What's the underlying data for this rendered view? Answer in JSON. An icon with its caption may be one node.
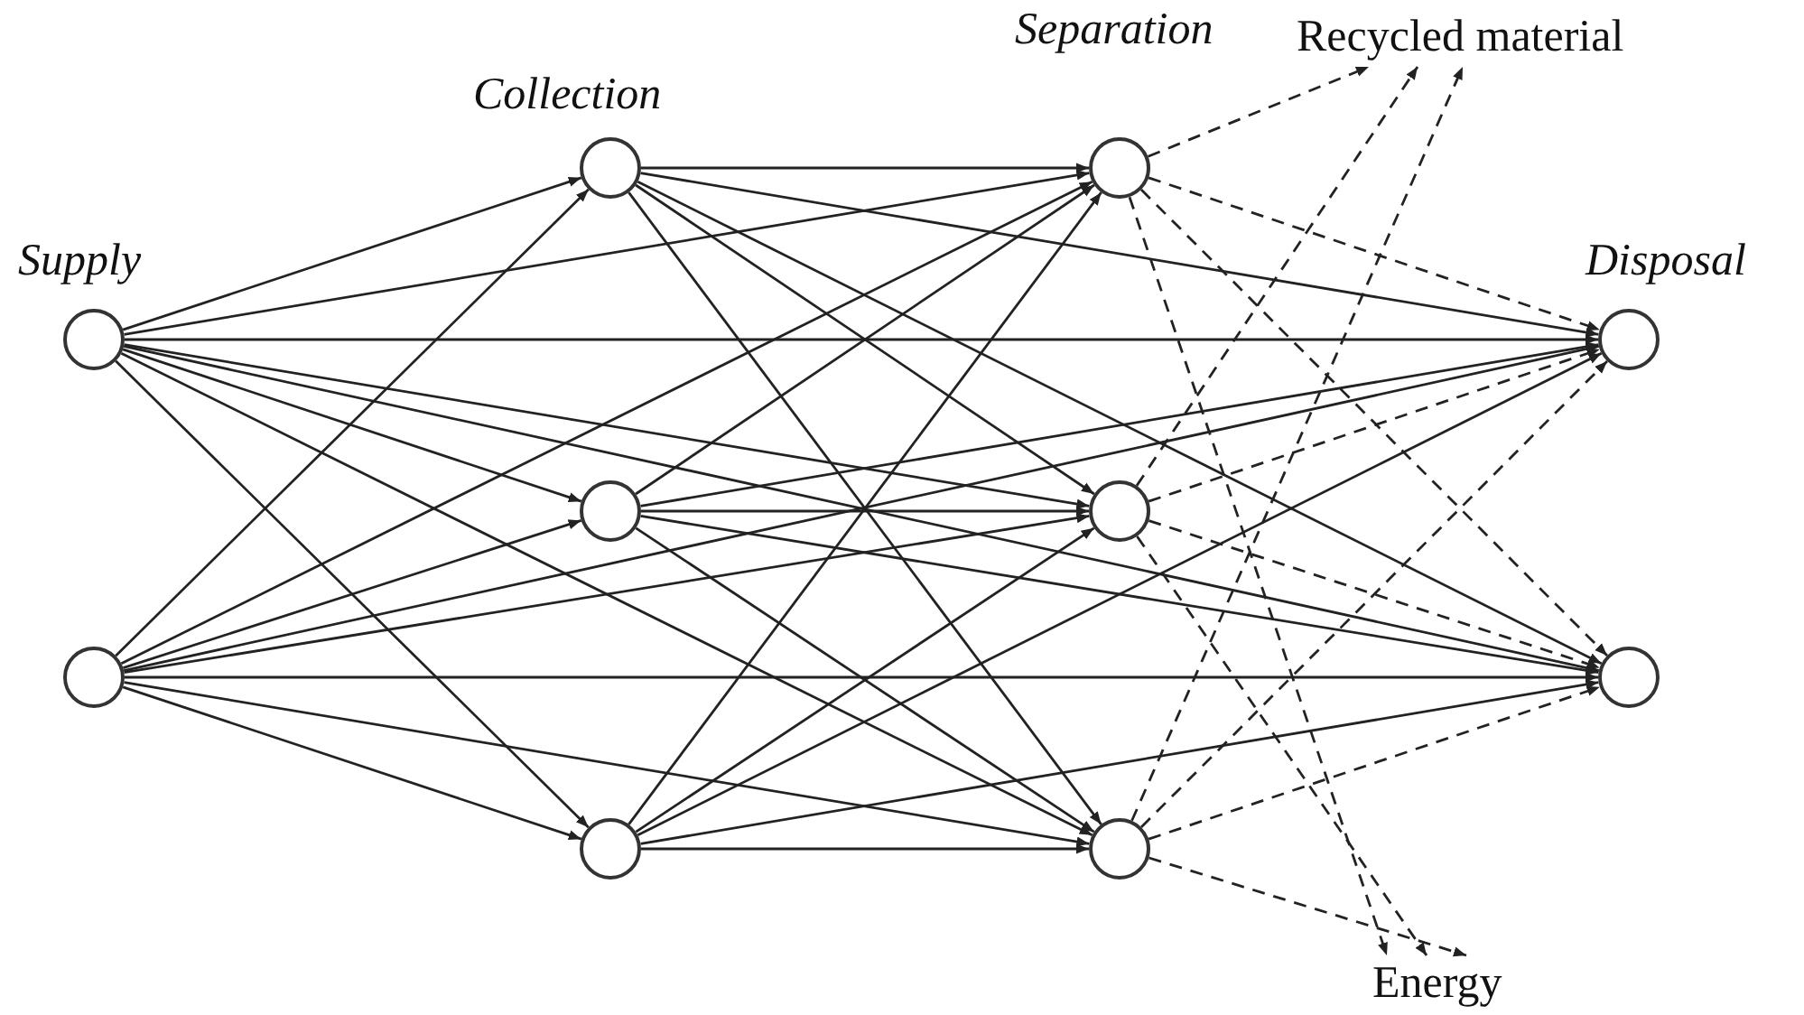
{
  "diagram": {
    "nodes": [
      {
        "text": [],
        "shape": "circle",
        "beside": [
          "Supply"
        ]
      },
      {
        "text": [],
        "shape": "circle"
      },
      {
        "text": [],
        "shape": "circle",
        "beside": [
          "Collection"
        ]
      },
      {
        "text": [],
        "shape": "circle"
      },
      {
        "text": [],
        "shape": "circle"
      },
      {
        "text": [],
        "shape": "circle",
        "beside": [
          "Separation"
        ]
      },
      {
        "text": [],
        "shape": "circle"
      },
      {
        "text": [],
        "shape": "circle"
      },
      {
        "text": [],
        "shape": "circle",
        "beside": [
          "Disposal"
        ]
      },
      {
        "text": [],
        "shape": "circle"
      },
      {
        "text": [
          "Recycled material"
        ]
      },
      {
        "text": [
          "Energy"
        ]
      }
    ],
    "edges": [
      {
        "from": 0,
        "to": 2,
        "arrow": "to"
      },
      {
        "from": 0,
        "to": 3,
        "arrow": "to"
      },
      {
        "from": 0,
        "to": 4,
        "arrow": "to"
      },
      {
        "from": 1,
        "to": 2,
        "arrow": "to"
      },
      {
        "from": 1,
        "to": 3,
        "arrow": "to"
      },
      {
        "from": 1,
        "to": 4,
        "arrow": "to"
      },
      {
        "from": 0,
        "to": 5,
        "arrow": "to"
      },
      {
        "from": 0,
        "to": 6,
        "arrow": "to"
      },
      {
        "from": 0,
        "to": 7,
        "arrow": "to"
      },
      {
        "from": 1,
        "to": 5,
        "arrow": "to"
      },
      {
        "from": 1,
        "to": 6,
        "arrow": "to"
      },
      {
        "from": 1,
        "to": 7,
        "arrow": "to"
      },
      {
        "from": 0,
        "to": 8,
        "arrow": "to"
      },
      {
        "from": 0,
        "to": 9,
        "arrow": "to"
      },
      {
        "from": 1,
        "to": 8,
        "arrow": "to"
      },
      {
        "from": 1,
        "to": 9,
        "arrow": "to"
      },
      {
        "from": 2,
        "to": 5,
        "arrow": "to"
      },
      {
        "from": 2,
        "to": 6,
        "arrow": "to"
      },
      {
        "from": 2,
        "to": 7,
        "arrow": "to"
      },
      {
        "from": 3,
        "to": 5,
        "arrow": "to"
      },
      {
        "from": 3,
        "to": 6,
        "arrow": "to"
      },
      {
        "from": 3,
        "to": 7,
        "arrow": "to"
      },
      {
        "from": 4,
        "to": 5,
        "arrow": "to"
      },
      {
        "from": 4,
        "to": 6,
        "arrow": "to"
      },
      {
        "from": 4,
        "to": 7,
        "arrow": "to"
      },
      {
        "from": 2,
        "to": 8,
        "arrow": "to"
      },
      {
        "from": 2,
        "to": 9,
        "arrow": "to"
      },
      {
        "from": 3,
        "to": 8,
        "arrow": "to"
      },
      {
        "from": 3,
        "to": 9,
        "arrow": "to"
      },
      {
        "from": 4,
        "to": 8,
        "arrow": "to"
      },
      {
        "from": 4,
        "to": 9,
        "arrow": "to"
      },
      {
        "from": 5,
        "to": 8,
        "arrow": "to",
        "style": "dashed"
      },
      {
        "from": 5,
        "to": 9,
        "arrow": "to",
        "style": "dashed"
      },
      {
        "from": 6,
        "to": 8,
        "arrow": "to",
        "style": "dashed"
      },
      {
        "from": 6,
        "to": 9,
        "arrow": "to",
        "style": "dashed"
      },
      {
        "from": 7,
        "to": 8,
        "arrow": "to",
        "style": "dashed"
      },
      {
        "from": 7,
        "to": 9,
        "arrow": "to",
        "style": "dashed"
      },
      {
        "from": 5,
        "to": 10,
        "arrow": "to",
        "style": "dashed"
      },
      {
        "from": 6,
        "to": 10,
        "arrow": "to",
        "style": "dashed"
      },
      {
        "from": 7,
        "to": 10,
        "arrow": "to",
        "style": "dashed"
      },
      {
        "from": 5,
        "to": 11,
        "arrow": "to",
        "style": "dashed"
      },
      {
        "from": 6,
        "to": 11,
        "arrow": "to",
        "style": "dashed"
      },
      {
        "from": 7,
        "to": 11,
        "arrow": "to",
        "style": "dashed"
      }
    ]
  }
}
